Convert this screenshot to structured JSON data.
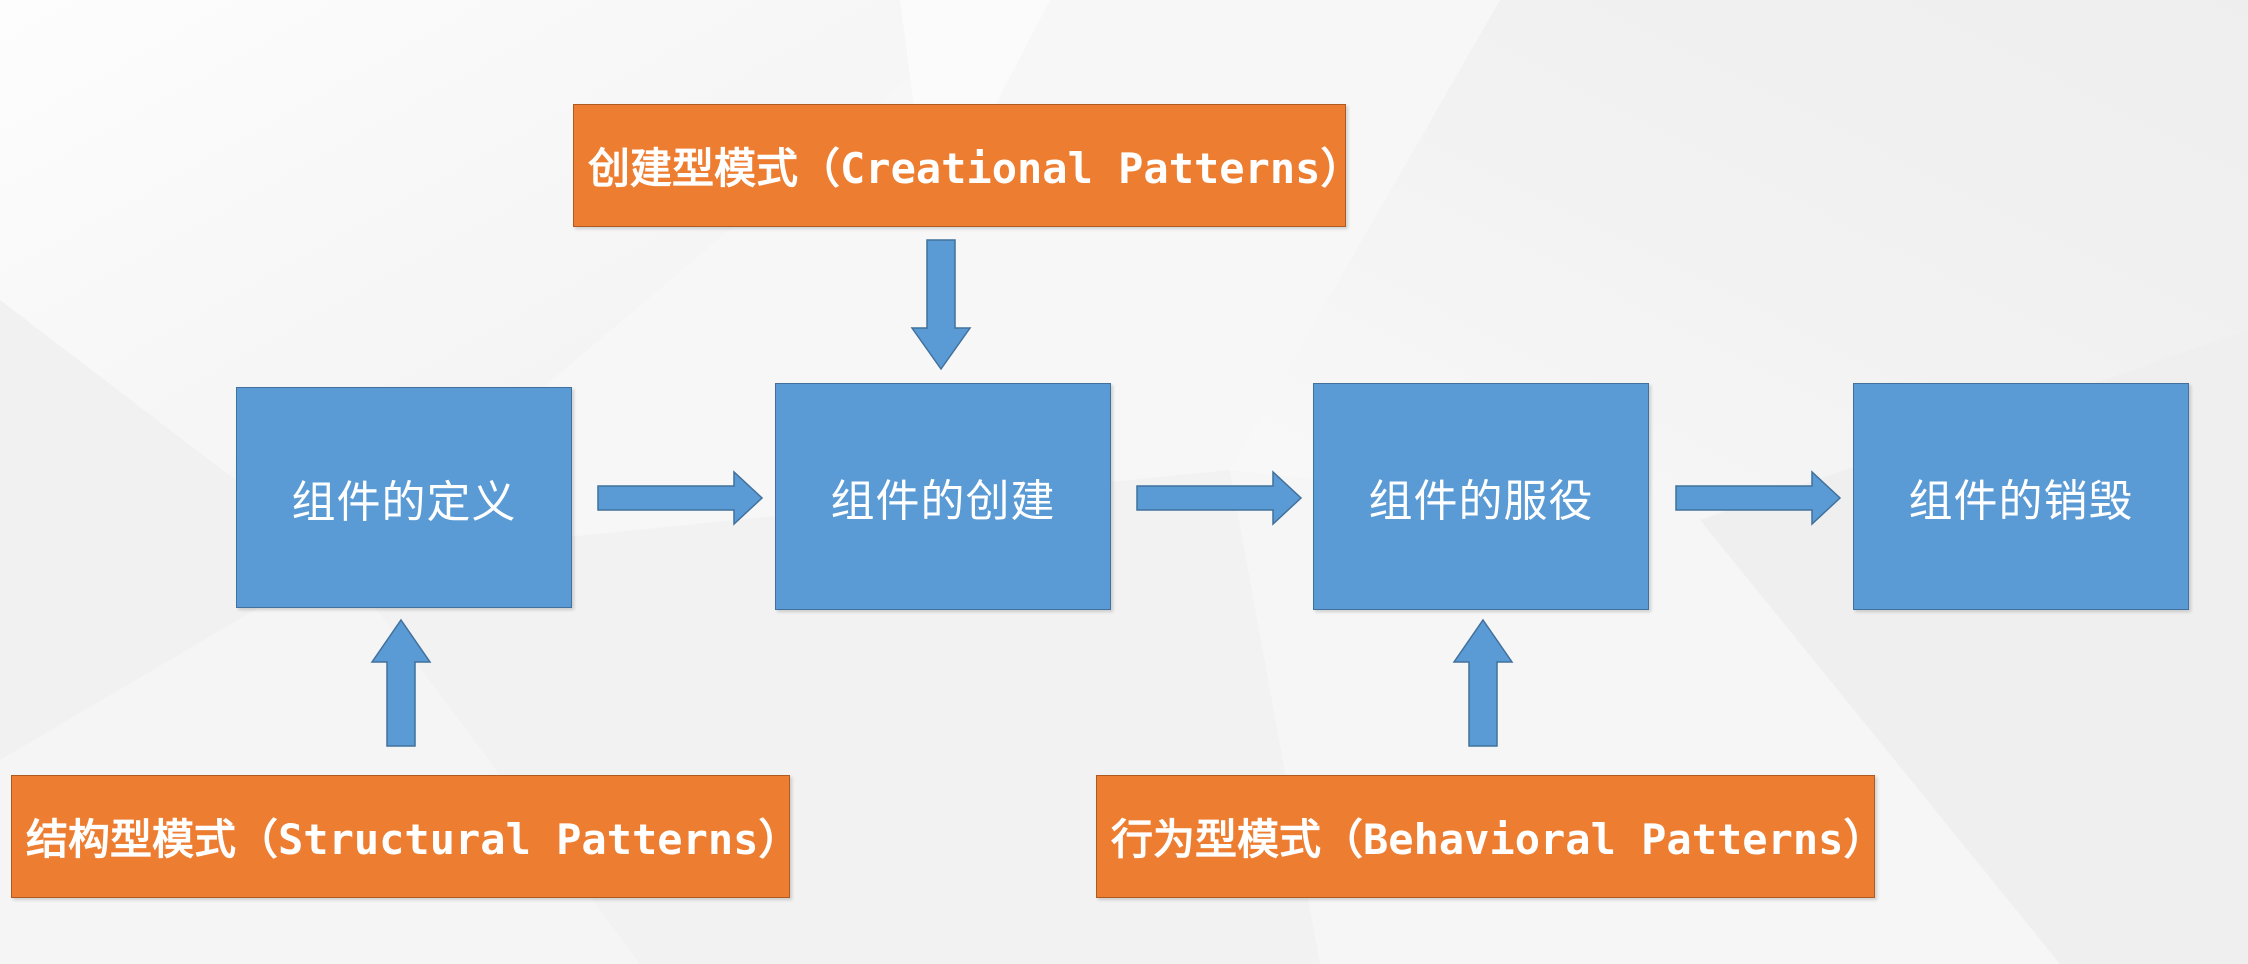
{
  "diagram": {
    "title_text": "",
    "colors": {
      "blue_fill": "#5b9bd5",
      "blue_stroke": "#41719c",
      "orange_fill": "#ed7d31",
      "orange_stroke": "#ae5a21",
      "arrow_fill": "#5b9bd5",
      "arrow_stroke": "#41719c",
      "background": "#f4f4f4",
      "label_text": "#ffffff"
    },
    "lifecycle_nodes": [
      {
        "id": "definition",
        "label": "组件的定义"
      },
      {
        "id": "creation",
        "label": "组件的创建"
      },
      {
        "id": "service",
        "label": "组件的服役"
      },
      {
        "id": "destruction",
        "label": "组件的销毁"
      }
    ],
    "pattern_nodes": [
      {
        "id": "creational",
        "label": "创建型模式（Creational Patterns）"
      },
      {
        "id": "structural",
        "label": "结构型模式（Structural Patterns）"
      },
      {
        "id": "behavioral",
        "label": "行为型模式（Behavioral Patterns）"
      }
    ],
    "connectors": [
      {
        "id": "creational-to-creation",
        "direction": "down",
        "from": "creational",
        "to": "creation"
      },
      {
        "id": "definition-to-creation",
        "direction": "right",
        "from": "definition",
        "to": "creation"
      },
      {
        "id": "creation-to-service",
        "direction": "right",
        "from": "creation",
        "to": "service"
      },
      {
        "id": "service-to-destruction",
        "direction": "right",
        "from": "service",
        "to": "destruction"
      },
      {
        "id": "structural-to-definition",
        "direction": "up",
        "from": "structural",
        "to": "definition"
      },
      {
        "id": "behavioral-to-service",
        "direction": "up",
        "from": "behavioral",
        "to": "service"
      }
    ]
  }
}
